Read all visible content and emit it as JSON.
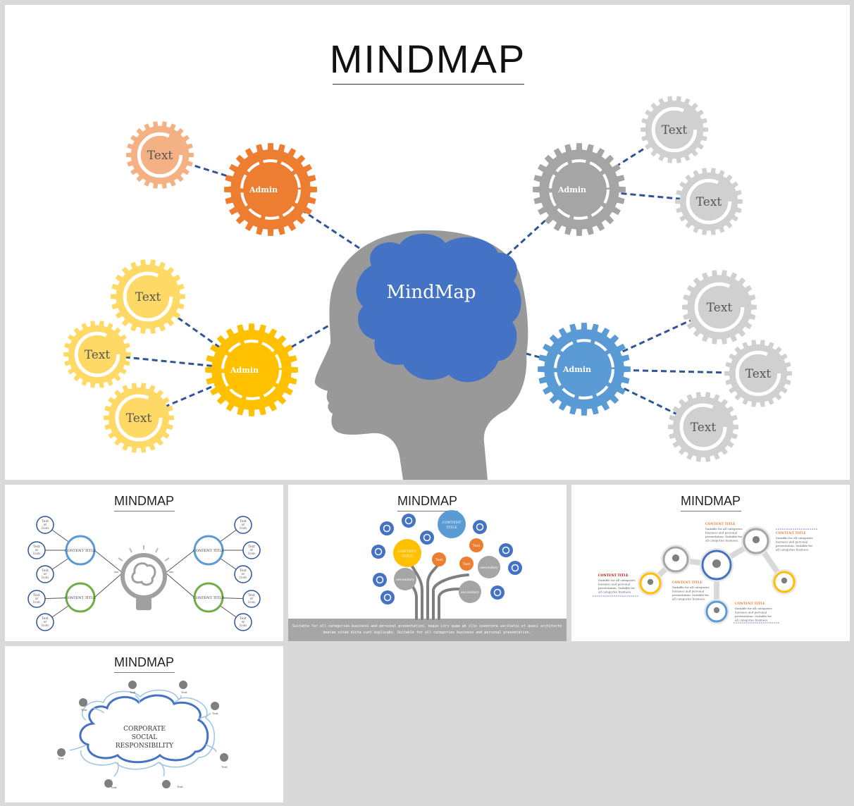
{
  "slides": {
    "main": {
      "title": "MINDMAP",
      "center_label": "MindMap",
      "admin_label": "Admin",
      "text_label": "Text"
    },
    "thumb1": {
      "title": "MINDMAP",
      "content_title": "CONTENT TITLE",
      "leaf_label": "Text or Icon"
    },
    "thumb2": {
      "title": "MINDMAP",
      "content_title": "CONTENT TITLE",
      "text_label": "Text",
      "secondary_label": "secondary",
      "footer_line1": "Suitable for all categories business and personal presentation, neque Lors quae ab illo inventore veritatis et quasi architecto",
      "footer_line2": "beatae vitae dicta sunt explicabo. Suitable for all categories business and personal presentation."
    },
    "thumb3": {
      "title": "MINDMAP",
      "content_title": "CONTENT TITLE",
      "body_text": "Suitable for all categories business and personal presentation. Suitable for all categories business."
    },
    "thumb4": {
      "title": "MINDMAP",
      "cloud_line1": "CORPORATE",
      "cloud_line2": "SOCIAL",
      "cloud_line3": "RESPONSIBILITY",
      "icon_label": "Text"
    }
  },
  "colors": {
    "orange_dark": "#ed7d31",
    "orange_light": "#f4b183",
    "yellow_dark": "#ffc000",
    "yellow_light": "#ffd966",
    "blue": "#5b9bd5",
    "gray": "#a5a5a5",
    "gray_light": "#d0d0d0",
    "brain": "#4472c4",
    "head": "#999999",
    "line": "#2f5597"
  }
}
